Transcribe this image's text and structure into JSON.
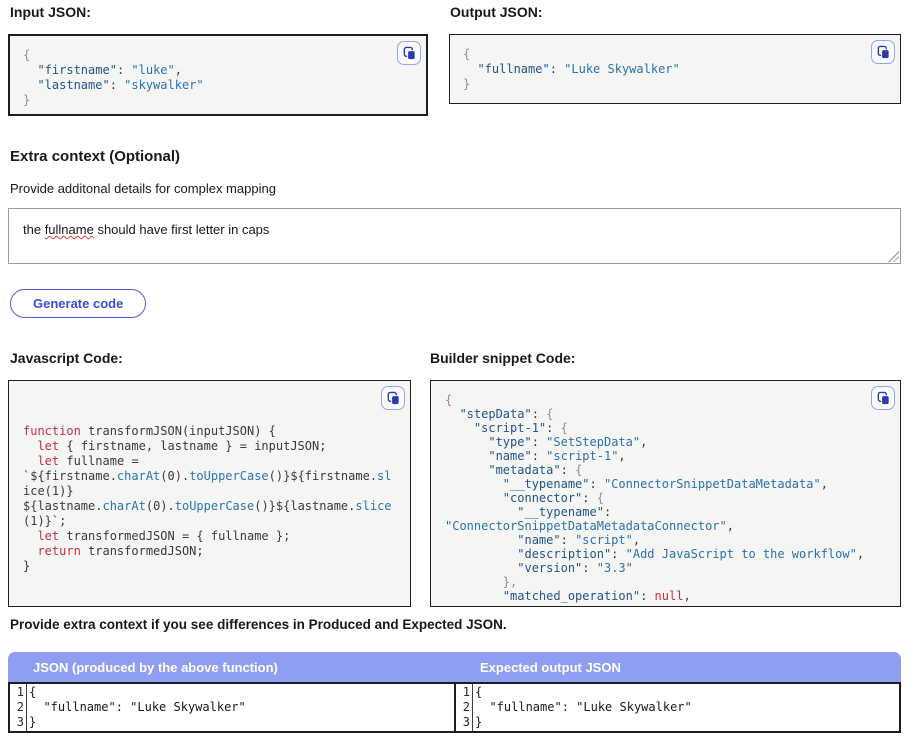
{
  "colors": {
    "accent_purple_header": "#8f9ef0",
    "accent_button_blue": "#3b4cd1",
    "code_string_blue": "#2a72ad",
    "code_key_navy": "#20558a",
    "code_keyword_red": "#c13049",
    "box_background": "#f5f5f4"
  },
  "input_json": {
    "label": "Input JSON:",
    "copy_icon": "copy-icon",
    "lines": [
      [
        [
          "g",
          "{"
        ]
      ],
      [
        [
          "p",
          "  "
        ],
        [
          "key",
          "\"firstname\""
        ],
        [
          "p",
          ": "
        ],
        [
          "s",
          "\"luke\""
        ],
        [
          "p",
          ","
        ]
      ],
      [
        [
          "p",
          "  "
        ],
        [
          "key",
          "\"lastname\""
        ],
        [
          "p",
          ": "
        ],
        [
          "s",
          "\"skywalker\""
        ]
      ],
      [
        [
          "g",
          "}"
        ]
      ]
    ]
  },
  "output_json": {
    "label": "Output JSON:",
    "copy_icon": "copy-icon",
    "lines": [
      [
        [
          "g",
          "{"
        ]
      ],
      [
        [
          "p",
          "  "
        ],
        [
          "key",
          "\"fullname\""
        ],
        [
          "p",
          ": "
        ],
        [
          "s",
          "\"Luke Skywalker\""
        ]
      ],
      [
        [
          "g",
          "}"
        ]
      ]
    ]
  },
  "extra_context": {
    "heading": "Extra context (Optional)",
    "description": "Provide additonal details for complex mapping",
    "value": "the fullname should have first letter in caps",
    "value_before": "the ",
    "value_misspelled": "fullname",
    "value_after": " should have first letter in caps"
  },
  "generate_button": {
    "label": "Generate code"
  },
  "js_code": {
    "label": "Javascript Code:",
    "copy_icon": "copy-icon",
    "lines": [
      [
        [
          "k",
          "function"
        ],
        [
          "p",
          " transformJSON(inputJSON) {"
        ]
      ],
      [
        [
          "p",
          "  "
        ],
        [
          "k",
          "let"
        ],
        [
          "p",
          " { firstname, lastname } = inputJSON;"
        ]
      ],
      [
        [
          "p",
          "  "
        ],
        [
          "k",
          "let"
        ],
        [
          "p",
          " fullname ="
        ]
      ],
      [
        [
          "p",
          "`${firstname."
        ],
        [
          "m",
          "charAt"
        ],
        [
          "p",
          "(0)."
        ],
        [
          "m",
          "toUpperCase"
        ],
        [
          "p",
          "()}${firstname."
        ],
        [
          "m",
          "sl"
        ]
      ],
      [
        [
          "p",
          "ice(1)}"
        ]
      ],
      [
        [
          "p",
          "${lastname."
        ],
        [
          "m",
          "charAt"
        ],
        [
          "p",
          "(0)."
        ],
        [
          "m",
          "toUpperCase"
        ],
        [
          "p",
          "()}${lastname."
        ],
        [
          "m",
          "slice"
        ]
      ],
      [
        [
          "p",
          "(1)}`;"
        ]
      ],
      [
        [
          "p",
          "  "
        ],
        [
          "k",
          "let"
        ],
        [
          "p",
          " transformedJSON = { fullname };"
        ]
      ],
      [
        [
          "p",
          "  "
        ],
        [
          "k",
          "return"
        ],
        [
          "p",
          " transformedJSON;"
        ]
      ],
      [
        [
          "p",
          "}"
        ]
      ]
    ]
  },
  "builder_code": {
    "label": "Builder snippet Code:",
    "copy_icon": "copy-icon",
    "lines": [
      [
        [
          "g",
          "{"
        ]
      ],
      [
        [
          "p",
          "  "
        ],
        [
          "key",
          "\"stepData\""
        ],
        [
          "p",
          ": "
        ],
        [
          "g",
          "{"
        ]
      ],
      [
        [
          "p",
          "    "
        ],
        [
          "key",
          "\"script-1\""
        ],
        [
          "p",
          ": "
        ],
        [
          "g",
          "{"
        ]
      ],
      [
        [
          "p",
          "      "
        ],
        [
          "key",
          "\"type\""
        ],
        [
          "p",
          ": "
        ],
        [
          "s",
          "\"SetStepData\""
        ],
        [
          "p",
          ","
        ]
      ],
      [
        [
          "p",
          "      "
        ],
        [
          "key",
          "\"name\""
        ],
        [
          "p",
          ": "
        ],
        [
          "s",
          "\"script-1\""
        ],
        [
          "p",
          ","
        ]
      ],
      [
        [
          "p",
          "      "
        ],
        [
          "key",
          "\"metadata\""
        ],
        [
          "p",
          ": "
        ],
        [
          "g",
          "{"
        ]
      ],
      [
        [
          "p",
          "        "
        ],
        [
          "key",
          "\"__typename\""
        ],
        [
          "p",
          ": "
        ],
        [
          "s",
          "\"ConnectorSnippetDataMetadata\""
        ],
        [
          "p",
          ","
        ]
      ],
      [
        [
          "p",
          "        "
        ],
        [
          "key",
          "\"connector\""
        ],
        [
          "p",
          ": "
        ],
        [
          "g",
          "{"
        ]
      ],
      [
        [
          "p",
          "          "
        ],
        [
          "key",
          "\"__typename\""
        ],
        [
          "p",
          ":"
        ]
      ],
      [
        [
          "s",
          "\"ConnectorSnippetDataMetadataConnector\""
        ],
        [
          "p",
          ","
        ]
      ],
      [
        [
          "p",
          "          "
        ],
        [
          "key",
          "\"name\""
        ],
        [
          "p",
          ": "
        ],
        [
          "s",
          "\"script\""
        ],
        [
          "p",
          ","
        ]
      ],
      [
        [
          "p",
          "          "
        ],
        [
          "key",
          "\"description\""
        ],
        [
          "p",
          ": "
        ],
        [
          "s",
          "\"Add JavaScript to the workflow\""
        ],
        [
          "p",
          ","
        ]
      ],
      [
        [
          "p",
          "          "
        ],
        [
          "key",
          "\"version\""
        ],
        [
          "p",
          ": "
        ],
        [
          "s",
          "\"3.3\""
        ]
      ],
      [
        [
          "p",
          "        "
        ],
        [
          "g",
          "},"
        ]
      ],
      [
        [
          "p",
          "        "
        ],
        [
          "key",
          "\"matched_operation\""
        ],
        [
          "p",
          ": "
        ],
        [
          "n",
          "null"
        ],
        [
          "p",
          ","
        ]
      ]
    ]
  },
  "compare": {
    "note": "Provide extra context if you see differences in Produced and Expected JSON.",
    "columns": {
      "left": "JSON (produced by the above function)",
      "right": "Expected output JSON"
    },
    "left": {
      "line_numbers": [
        "1",
        "2",
        "3"
      ],
      "code": "{\n  \"fullname\": \"Luke Skywalker\"\n}"
    },
    "right": {
      "line_numbers": [
        "1",
        "2",
        "3"
      ],
      "code": "{\n  \"fullname\": \"Luke Skywalker\"\n}"
    }
  }
}
